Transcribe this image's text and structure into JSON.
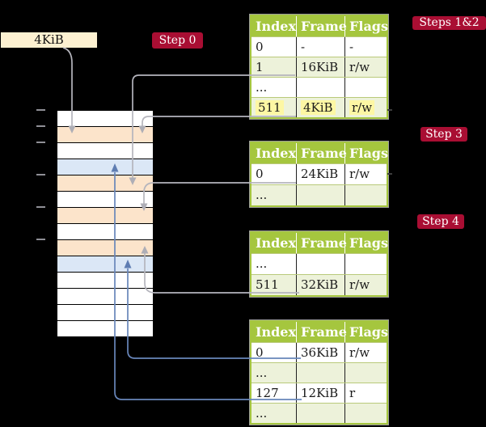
{
  "palette": {
    "background": "#000000",
    "badge_red": "#a90e33",
    "table_header_green": "#a5c63e",
    "table_row_green": "#edf2da",
    "memory_orange": "#fce4cb",
    "memory_blue": "#dbe7f6",
    "highlight_yellow": "#fdf7a4",
    "label_cream": "#fdf1d1",
    "arrow_gray": "#b5b5bd",
    "arrow_blue": "#6886ba"
  },
  "label_4kib": "4KiB",
  "badges": {
    "step0": "Step 0",
    "steps12": "Steps 1&2",
    "step3": "Step 3",
    "step4": "Step 4"
  },
  "tables": [
    {
      "headers": [
        "Index",
        "Frame",
        "Flags"
      ],
      "rows": [
        [
          "0",
          "-",
          "-"
        ],
        [
          "1",
          "16KiB",
          "r/w"
        ],
        [
          "...",
          "",
          ""
        ],
        [
          "511",
          "4KiB",
          "r/w"
        ]
      ],
      "highlighted_row": "511"
    },
    {
      "headers": [
        "Index",
        "Frame",
        "Flags"
      ],
      "rows": [
        [
          "0",
          "24KiB",
          "r/w"
        ],
        [
          "...",
          "",
          ""
        ]
      ]
    },
    {
      "headers": [
        "Index",
        "Frame",
        "Flags"
      ],
      "rows": [
        [
          "...",
          "",
          ""
        ],
        [
          "511",
          "32KiB",
          "r/w"
        ]
      ]
    },
    {
      "headers": [
        "Index",
        "Frame",
        "Flags"
      ],
      "rows": [
        [
          "0",
          "36KiB",
          "r/w"
        ],
        [
          "...",
          "",
          ""
        ],
        [
          "127",
          "12KiB",
          "r"
        ],
        [
          "...",
          "",
          ""
        ]
      ]
    }
  ],
  "memory": {
    "row_colors": [
      "white",
      "orange",
      "white",
      "blue",
      "orange",
      "white",
      "orange",
      "white",
      "orange",
      "blue",
      "white",
      "white",
      "white",
      "white"
    ]
  },
  "connections": [
    {
      "from": "label-4kib",
      "to": "memory-row-2",
      "color": "gray"
    },
    {
      "from": "table1-row-1-16kib",
      "to": "memory-row-5",
      "color": "gray"
    },
    {
      "from": "table1-row-511-4kib",
      "to": "memory-row-2",
      "color": "gray"
    },
    {
      "from": "table2-row-0-24kib",
      "to": "memory-row-7",
      "color": "gray"
    },
    {
      "from": "table3-row-511-32kib",
      "to": "memory-row-9",
      "color": "gray"
    },
    {
      "from": "table4-row-0-36kib",
      "to": "memory-row-10",
      "color": "blue"
    },
    {
      "from": "table4-row-127-12kib",
      "to": "memory-row-4",
      "color": "blue"
    }
  ]
}
